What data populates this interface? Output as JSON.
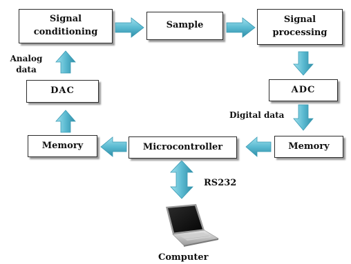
{
  "blocks": {
    "signal_conditioning": [
      "Signal",
      "conditioning"
    ],
    "sample": "Sample",
    "signal_processing": [
      "Signal",
      "processing"
    ],
    "adc": "ADC",
    "memory_right": "Memory",
    "microcontroller": "Microcontroller",
    "memory_left": "Memory",
    "dac": "DAC"
  },
  "labels": {
    "analog_data": [
      "Analog",
      "data"
    ],
    "digital_data": "Digital data",
    "rs232": "RS232",
    "computer": "Computer"
  },
  "colors": {
    "arrow_fill": "#5bbad1",
    "arrow_stroke": "#3a9ab3",
    "box_border": "#2a2a2a"
  },
  "icons": {
    "computer": "laptop-icon"
  }
}
